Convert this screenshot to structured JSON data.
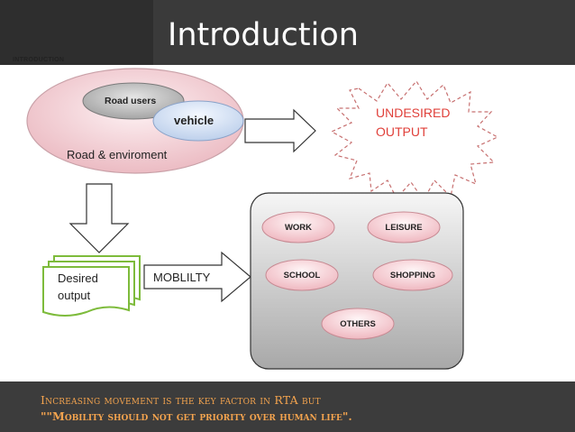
{
  "slide": {
    "title": "Introduction",
    "small_tag": "INTRODUCTION"
  },
  "diagram": {
    "road_users": "Road users",
    "vehicle": "vehicle",
    "road_env": "Road & enviroment",
    "undesired_line1": "UNDESIRED",
    "undesired_line2": "OUTPUT",
    "desired_line1": "Desired",
    "desired_line2": "output",
    "mobility": "MOBLILTY",
    "items": [
      "WORK",
      "LEISURE",
      "SCHOOL",
      "SHOPPING",
      "OTHERS"
    ]
  },
  "footer": {
    "line1": "Increasing movement is the key factor in RTA but",
    "line2": "\"\"Mobility  should not get priority over human life\"."
  },
  "colors": {
    "header_bg": "#3a3a3a",
    "footer_bg": "#3c3c3c",
    "footer_text": "#f3a34e",
    "ellipse_pink": "#f2c9cf",
    "undesired_red": "#e0403a",
    "desired_green": "#7dbb3b"
  }
}
